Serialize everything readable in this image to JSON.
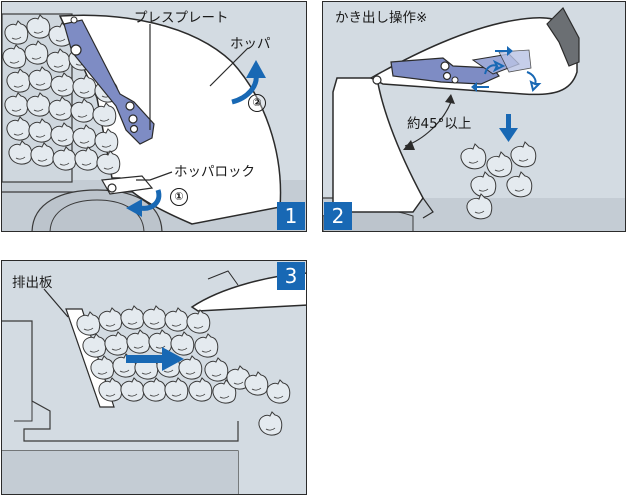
{
  "colors": {
    "panel_bg": "#d3dbe2",
    "accent_blue": "#1868b4",
    "plate_blue": "#7e8cc4",
    "outline": "#2b2b2b"
  },
  "panel1": {
    "badge": "1",
    "labels": {
      "press_plate": "プレスプレート",
      "hopper": "ホッパ",
      "hopper_lock": "ホッパロック"
    },
    "steps": {
      "step1": "①",
      "step2": "②"
    }
  },
  "panel2": {
    "badge": "2",
    "labels": {
      "operation": "かき出し操作※",
      "angle": "約45°以上"
    }
  },
  "panel3": {
    "badge": "3",
    "labels": {
      "ejector_plate": "排出板"
    }
  }
}
